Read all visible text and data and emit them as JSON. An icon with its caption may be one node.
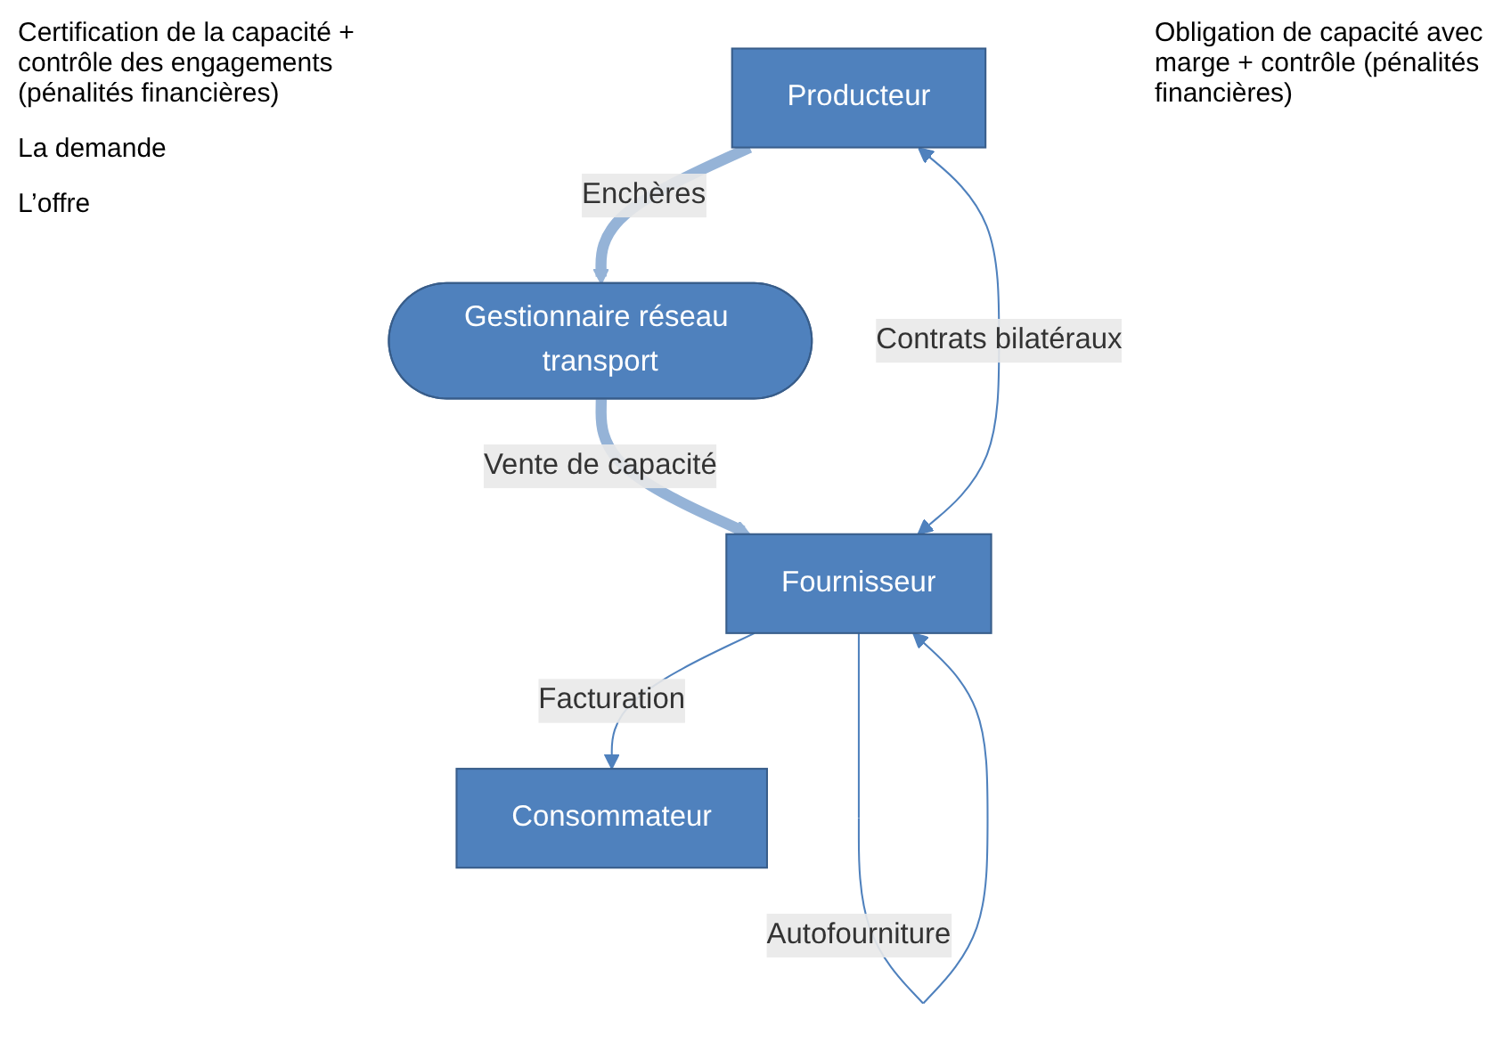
{
  "diagram": {
    "nodes": [
      {
        "text": [
          "Gestionnaire réseau transport"
        ]
      },
      {
        "text": [
          "Producteur"
        ]
      },
      {
        "text": [
          "Fournisseur"
        ]
      },
      {
        "text": [
          "Consommateur"
        ]
      }
    ],
    "edges": [
      {
        "from": 1,
        "to": 0,
        "arrow": "to",
        "label": "Enchères",
        "style": "thick",
        "color": "#95b3d7"
      },
      {
        "from": 0,
        "to": 2,
        "arrow": "to",
        "label": "Vente de capacité",
        "style": "thick",
        "color": "#95b3d7"
      },
      {
        "from": 1,
        "to": 2,
        "arrow": "both",
        "label": "Contrats bilatéraux"
      },
      {
        "from": 2,
        "to": 2,
        "arrow": "to",
        "label": "Autofourniture"
      },
      {
        "from": 2,
        "to": 3,
        "arrow": "to",
        "label": "Facturation"
      }
    ],
    "labels": [
      "Certification de la capacité + contrôle des engagements (pénalités financières)",
      "La demande",
      "L’offre",
      "Obligation de capacité avec marge + contrôle (pénalités financières)"
    ]
  }
}
